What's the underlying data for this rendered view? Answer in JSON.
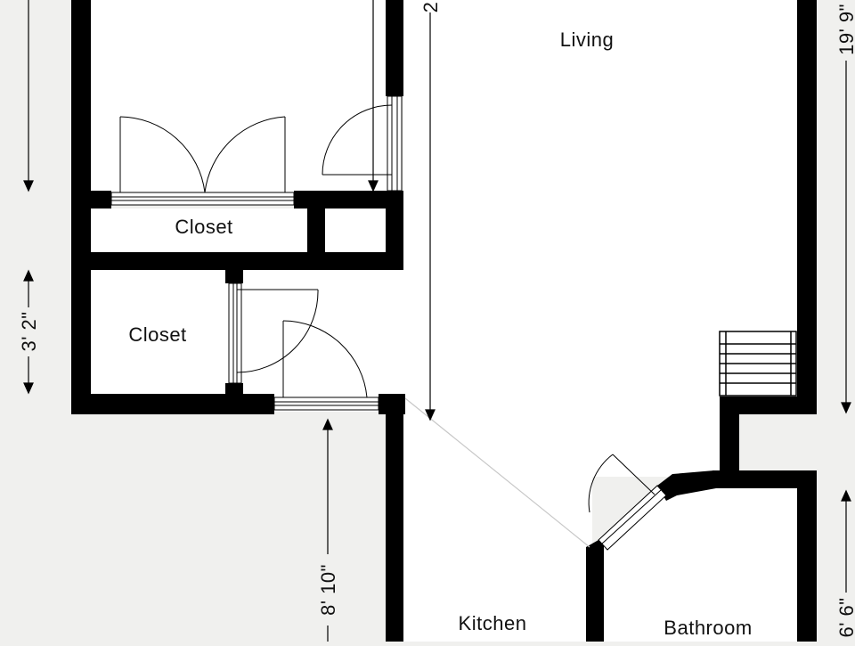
{
  "rooms": {
    "living": "Living",
    "closet_upper": "Closet",
    "closet_lower": "Closet",
    "kitchen": "Kitchen",
    "bathroom": "Bathroom"
  },
  "dimensions": {
    "left_closet": "3' 2\"",
    "hallway": "8' 10\"",
    "living_height": "19' 9\"",
    "bathroom_height": "6' 6\"",
    "living_top_partial": "2"
  },
  "colors": {
    "background": "#f0f0ee",
    "floor": "#ffffff",
    "wall": "#000000"
  }
}
